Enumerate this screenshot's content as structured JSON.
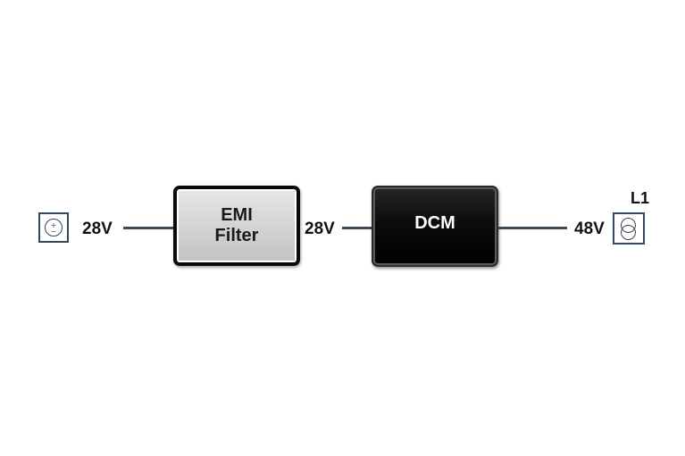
{
  "diagram": {
    "source": {
      "icon": "dc-voltage-source-icon",
      "plus": "+",
      "minus": "−",
      "voltage_label": "28V"
    },
    "emi_filter": {
      "line1": "EMI",
      "line2": "Filter",
      "output_label": "28V"
    },
    "dcm": {
      "label": "DCM",
      "output_label": "48V"
    },
    "load": {
      "icon": "current-source-load-icon",
      "name": "L1"
    },
    "colors": {
      "wire": "#3d4a5a",
      "icon_stroke": "#34465a",
      "emi_fill": "#d6d6d6",
      "dcm_fill": "#000000"
    }
  }
}
